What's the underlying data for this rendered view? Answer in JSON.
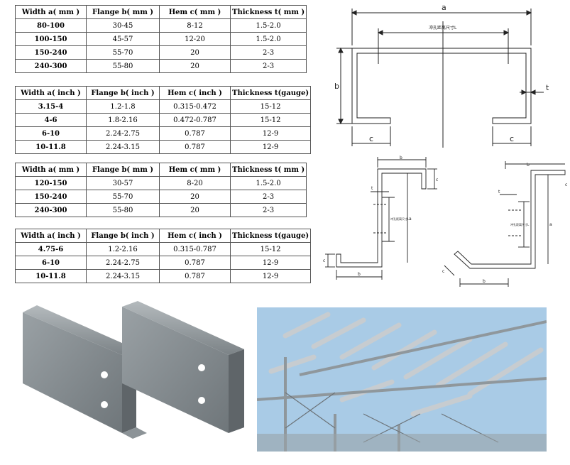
{
  "tables": [
    {
      "headers": [
        "Width a( mm )",
        "Flange b( mm )",
        "Hem c( mm )",
        "Thickness t( mm )"
      ],
      "rows": [
        [
          "80-100",
          "30-45",
          "8-12",
          "1.5-2.0"
        ],
        [
          "100-150",
          "45-57",
          "12-20",
          "1.5-2.0"
        ],
        [
          "150-240",
          "55-70",
          "20",
          "2-3"
        ],
        [
          "240-300",
          "55-80",
          "20",
          "2-3"
        ]
      ]
    },
    {
      "headers": [
        "Width a( inch )",
        "Flange b( inch )",
        "Hem c( inch )",
        "Thickness t(gauge)"
      ],
      "rows": [
        [
          "3.15-4",
          "1.2-1.8",
          "0.315-0.472",
          "15-12"
        ],
        [
          "4-6",
          "1.8-2.16",
          "0.472-0.787",
          "15-12"
        ],
        [
          "6-10",
          "2.24-2.75",
          "0.787",
          "12-9"
        ],
        [
          "10-11.8",
          "2.24-3.15",
          "0.787",
          "12-9"
        ]
      ]
    },
    {
      "headers": [
        "Width a( mm )",
        "Flange b( mm )",
        "Hem c( mm )",
        "Thickness t( mm )"
      ],
      "rows": [
        [
          "120-150",
          "30-57",
          "8-20",
          "1.5-2.0"
        ],
        [
          "150-240",
          "55-70",
          "20",
          "2-3"
        ],
        [
          "240-300",
          "55-80",
          "20",
          "2-3"
        ]
      ]
    },
    {
      "headers": [
        "Width a( inch )",
        "Flange b( inch )",
        "Hem c( inch )",
        "Thickness t(gauge)"
      ],
      "rows": [
        [
          "4.75-6",
          "1.2-2.16",
          "0.315-0.787",
          "15-12"
        ],
        [
          "6-10",
          "2.24-2.75",
          "0.787",
          "12-9"
        ],
        [
          "10-11.8",
          "2.24-3.15",
          "0.787",
          "12-9"
        ]
      ]
    }
  ],
  "diagrams": {
    "c_channel": {
      "label_a": "a",
      "label_b": "b",
      "label_c_left": "c",
      "label_c_right": "c",
      "label_t": "t",
      "hole_label": "冲孔距离尺寸L"
    },
    "z_left": {
      "label_b_top": "b",
      "label_c_top": "c",
      "label_t": "t",
      "label_a": "a",
      "label_c_bottom": "c",
      "label_b_bottom": "b",
      "hole_label": "冲孔距离尺寸L"
    },
    "z_right": {
      "label_b_top": "b",
      "label_c_top": "c",
      "label_t": "t",
      "label_a": "a",
      "label_c_bottom": "c",
      "label_b_bottom": "b",
      "hole_label": "冲孔距离尺寸L"
    }
  },
  "photos": {
    "left": {
      "subject": "two galvanized C-channel steel purlins"
    },
    "right": {
      "subject": "steel roof frame structure with purlins against blue sky"
    }
  },
  "colors": {
    "steel": "#8b9296",
    "sky": "#a9cbe6",
    "beam": "#c7ccd0"
  }
}
